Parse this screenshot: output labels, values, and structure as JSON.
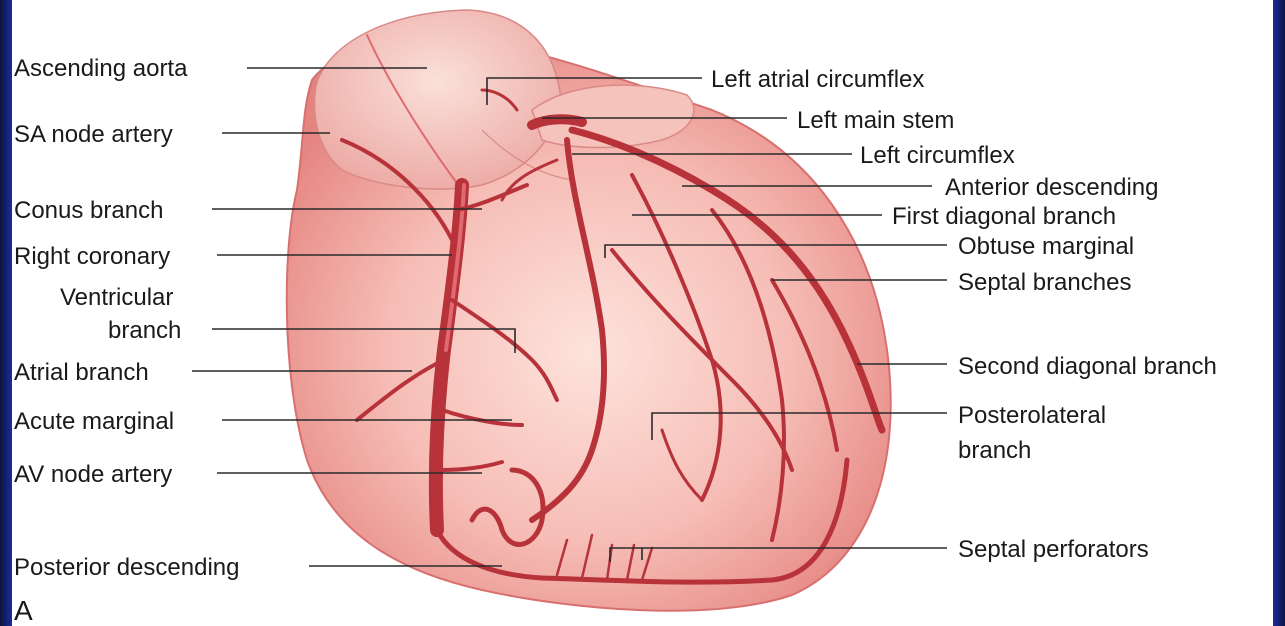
{
  "figure_letter": "A",
  "labels": {
    "ascending_aorta": "Ascending aorta",
    "sa_node_artery": "SA node artery",
    "conus_branch": "Conus branch",
    "right_coronary": "Right coronary",
    "ventricular_branch_1": "Ventricular",
    "ventricular_branch_2": "branch",
    "atrial_branch": "Atrial branch",
    "acute_marginal": "Acute marginal",
    "av_node_artery": "AV node artery",
    "posterior_descending": "Posterior descending",
    "left_atrial_circumflex": "Left atrial circumflex",
    "left_main_stem": "Left main stem",
    "left_circumflex": "Left circumflex",
    "anterior_descending": "Anterior descending",
    "first_diagonal_branch": "First diagonal branch",
    "obtuse_marginal": "Obtuse marginal",
    "septal_branches": "Septal branches",
    "second_diagonal_branch": "Second diagonal branch",
    "posterolateral_branch_1": "Posterolateral",
    "posterolateral_branch_2": "branch",
    "septal_perforators": "Septal perforators"
  },
  "colors": {
    "heart_fill": "#f2a9a6",
    "heart_light": "#fbd9d2",
    "vessel": "#b8323a",
    "background_frame": "#1f2a86"
  }
}
